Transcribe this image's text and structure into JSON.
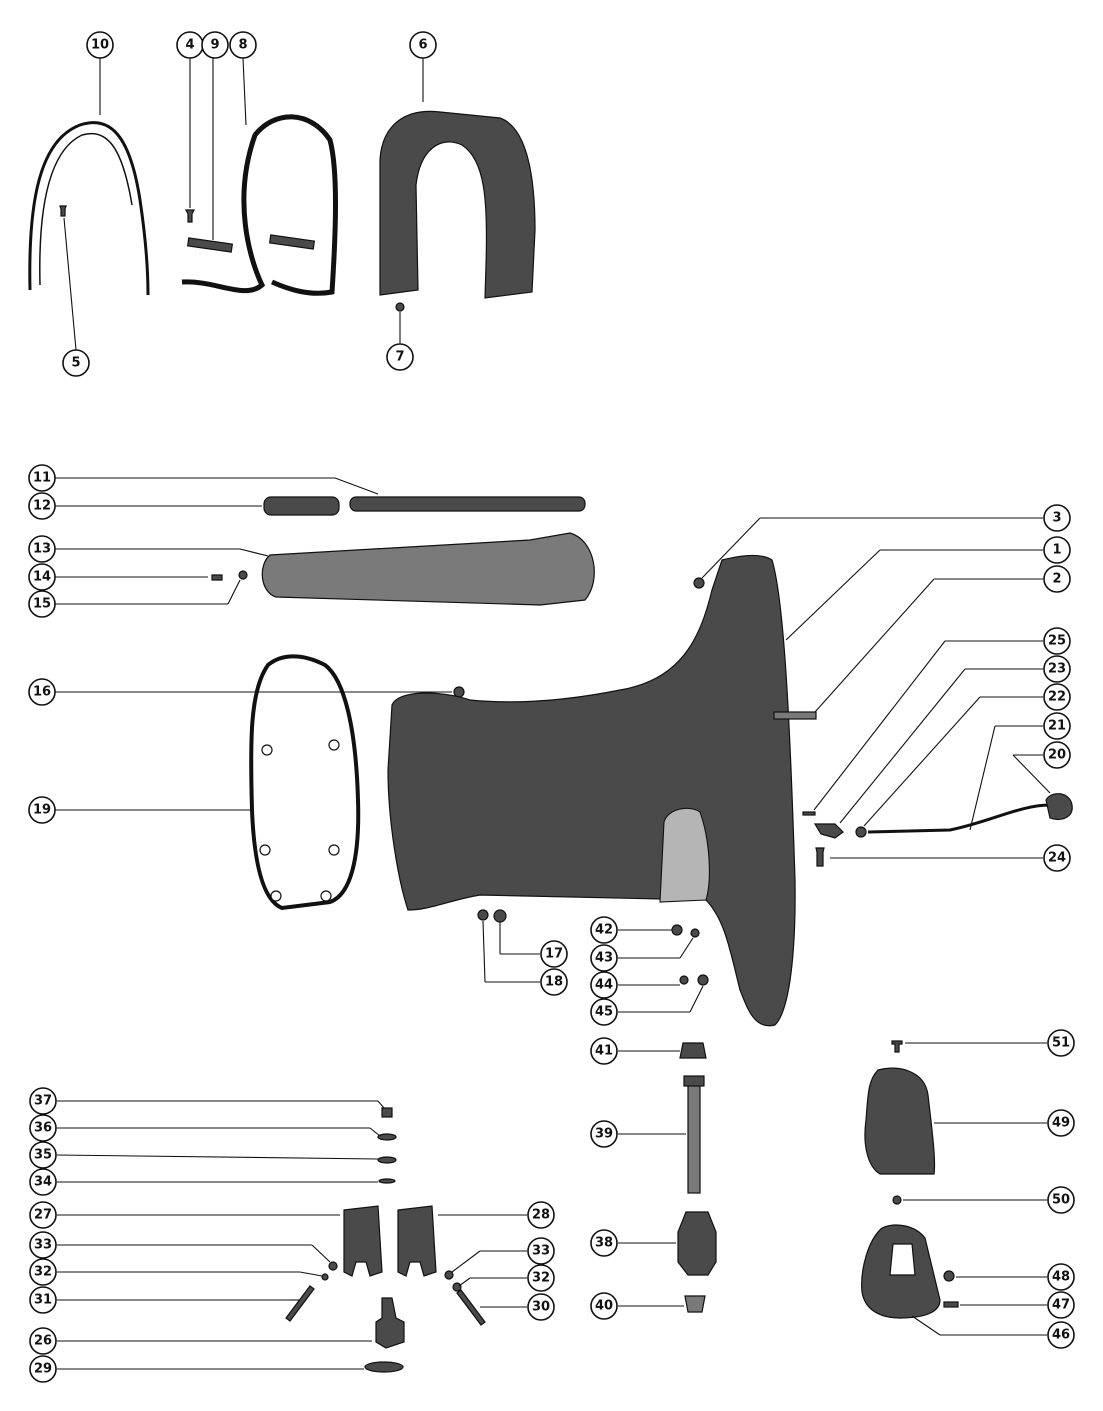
{
  "callouts": [
    {
      "id": "1",
      "label": "1"
    },
    {
      "id": "2",
      "label": "2"
    },
    {
      "id": "3",
      "label": "3"
    },
    {
      "id": "4",
      "label": "4"
    },
    {
      "id": "5",
      "label": "5"
    },
    {
      "id": "6",
      "label": "6"
    },
    {
      "id": "7",
      "label": "7"
    },
    {
      "id": "8",
      "label": "8"
    },
    {
      "id": "9",
      "label": "9"
    },
    {
      "id": "10",
      "label": "10"
    },
    {
      "id": "11",
      "label": "11"
    },
    {
      "id": "12",
      "label": "12"
    },
    {
      "id": "13",
      "label": "13"
    },
    {
      "id": "14",
      "label": "14"
    },
    {
      "id": "15",
      "label": "15"
    },
    {
      "id": "16",
      "label": "16"
    },
    {
      "id": "17",
      "label": "17"
    },
    {
      "id": "18",
      "label": "18"
    },
    {
      "id": "19",
      "label": "19"
    },
    {
      "id": "20",
      "label": "20"
    },
    {
      "id": "21",
      "label": "21"
    },
    {
      "id": "22",
      "label": "22"
    },
    {
      "id": "23",
      "label": "23"
    },
    {
      "id": "24",
      "label": "24"
    },
    {
      "id": "25",
      "label": "25"
    },
    {
      "id": "26",
      "label": "26"
    },
    {
      "id": "27",
      "label": "27"
    },
    {
      "id": "28",
      "label": "28"
    },
    {
      "id": "29",
      "label": "29"
    },
    {
      "id": "30",
      "label": "30"
    },
    {
      "id": "31",
      "label": "31"
    },
    {
      "id": "32a",
      "label": "32"
    },
    {
      "id": "32b",
      "label": "32"
    },
    {
      "id": "33a",
      "label": "33"
    },
    {
      "id": "33b",
      "label": "33"
    },
    {
      "id": "34",
      "label": "34"
    },
    {
      "id": "35",
      "label": "35"
    },
    {
      "id": "36",
      "label": "36"
    },
    {
      "id": "37",
      "label": "37"
    },
    {
      "id": "38",
      "label": "38"
    },
    {
      "id": "39",
      "label": "39"
    },
    {
      "id": "40",
      "label": "40"
    },
    {
      "id": "41",
      "label": "41"
    },
    {
      "id": "42",
      "label": "42"
    },
    {
      "id": "43",
      "label": "43"
    },
    {
      "id": "44",
      "label": "44"
    },
    {
      "id": "45",
      "label": "45"
    },
    {
      "id": "46",
      "label": "46"
    },
    {
      "id": "47",
      "label": "47"
    },
    {
      "id": "48",
      "label": "48"
    },
    {
      "id": "49",
      "label": "49"
    },
    {
      "id": "50",
      "label": "50"
    },
    {
      "id": "51",
      "label": "51"
    }
  ]
}
